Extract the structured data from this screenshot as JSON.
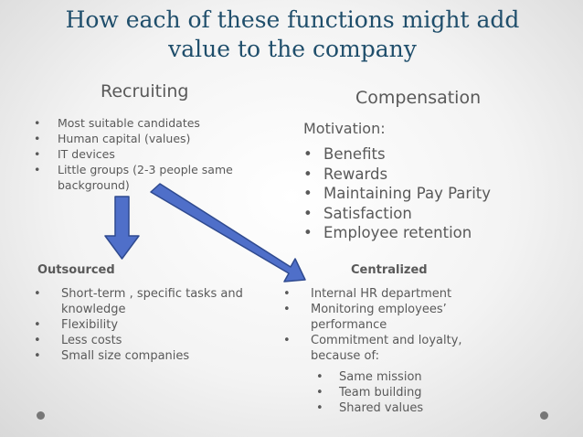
{
  "title": "How each of these functions might add value to the company",
  "recruiting": {
    "heading": "Recruiting",
    "items": [
      "Most suitable candidates",
      "Human capital (values)",
      "IT  devices",
      "Little groups (2-3 people same background)"
    ]
  },
  "compensation": {
    "heading": "Compensation",
    "motivation_label": "Motivation:",
    "items": [
      "Benefits",
      "Rewards",
      "Maintaining Pay Parity",
      "Satisfaction",
      "Employee retention"
    ]
  },
  "outsourced": {
    "heading": "Outsourced",
    "items": [
      "Short-term , specific tasks and knowledge",
      "Flexibility",
      "Less costs",
      "Small size companies"
    ]
  },
  "centralized": {
    "heading": "Centralized",
    "items": [
      "Internal HR department",
      "Monitoring employees’ performance",
      "Commitment and loyalty, because of:"
    ],
    "sub_items": [
      "Same mission",
      "Team building",
      "Shared values"
    ]
  },
  "colors": {
    "title": "#1f4e6b",
    "arrow_fill": "#4f6fc9",
    "arrow_stroke": "#2f4a8f",
    "text": "#595959"
  }
}
